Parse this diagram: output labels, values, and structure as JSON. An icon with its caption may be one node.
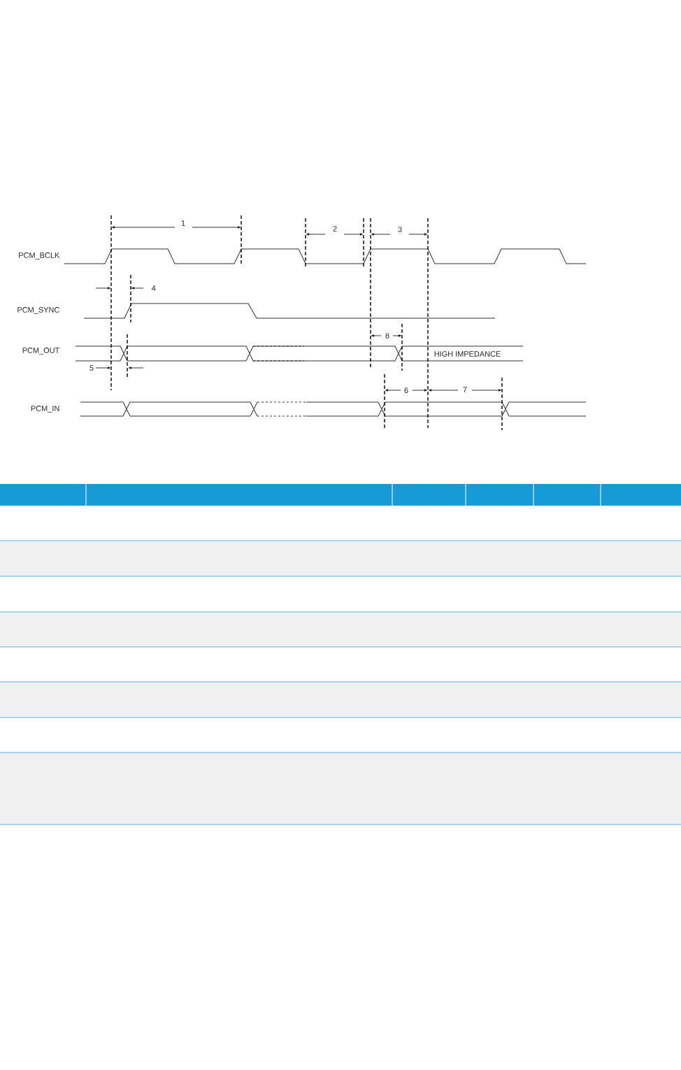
{
  "diagram": {
    "labels": [
      "1",
      "2",
      "3",
      "PCM_BCLK",
      "4",
      "PCM_SYNC",
      "8",
      "PCM_OUT",
      "HIGH IMPEDANCE",
      "5",
      "6",
      "7",
      "PCM_IN"
    ]
  }
}
